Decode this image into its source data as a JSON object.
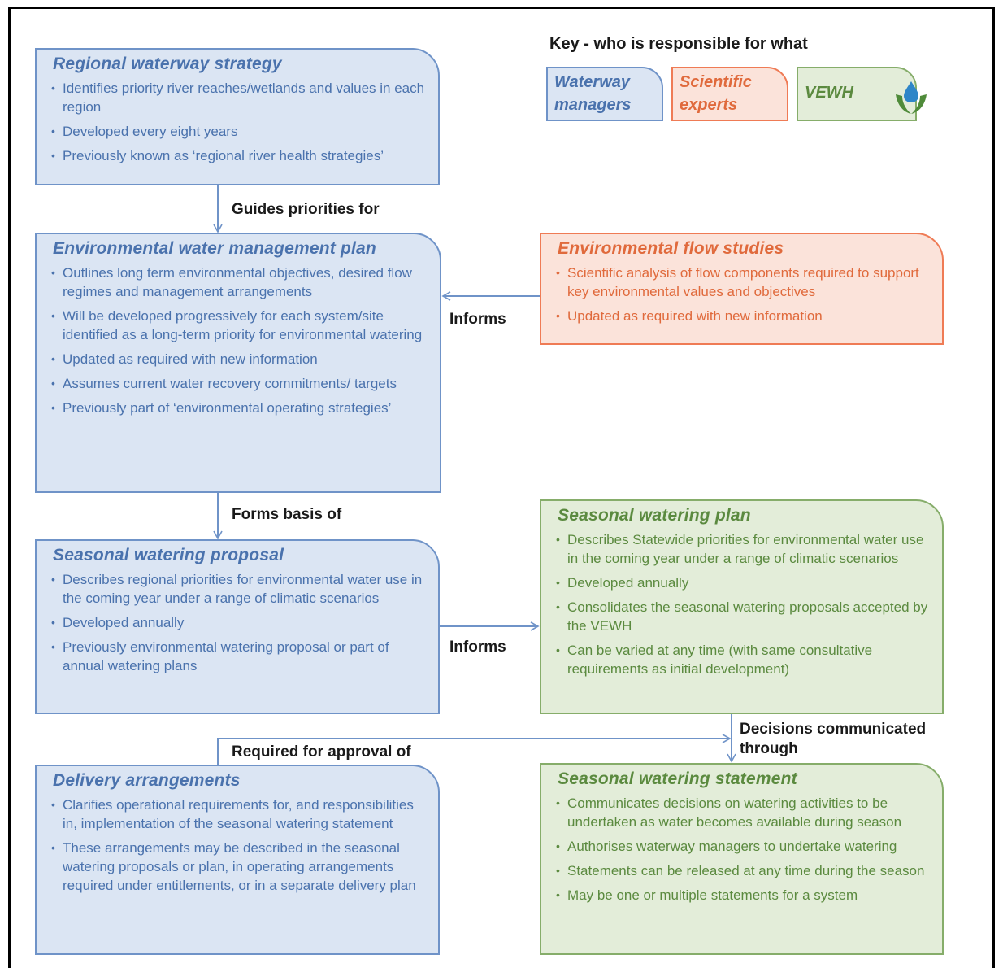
{
  "key": {
    "title": "Key - who is responsible for what",
    "waterway": "Waterway managers",
    "scientific": "Scientific experts",
    "vewh": "VEWH"
  },
  "colors": {
    "blue_fill": "#dbe5f3",
    "blue_stroke": "#6f93c8",
    "orange_fill": "#fbe3da",
    "orange_stroke": "#ef7b55",
    "green_fill": "#e3edd9",
    "green_stroke": "#86ad6a",
    "arrow": "#6f93c8"
  },
  "boxes": {
    "regional": {
      "title": "Regional waterway strategy",
      "items": [
        "Identifies priority river reaches/wetlands and values in each region",
        "Developed every eight years",
        "Previously known as ‘regional river health strategies’"
      ]
    },
    "ewmp": {
      "title": "Environmental water management plan",
      "items": [
        "Outlines long term environmental objectives, desired flow regimes and management arrangements",
        "Will be developed progressively for each system/site identified as a long-term priority for environmental watering",
        "Updated as required with new information",
        "Assumes current water recovery commitments/ targets",
        "Previously part of ‘environmental operating strategies’"
      ]
    },
    "flow": {
      "title": "Environmental flow studies",
      "items": [
        "Scientific analysis of flow components required to support key environmental values and objectives",
        "Updated as required with new information"
      ]
    },
    "proposal": {
      "title": "Seasonal watering proposal",
      "items": [
        "Describes regional priorities for environmental water use in the coming year under a range of climatic scenarios",
        "Developed annually",
        "Previously environmental watering proposal or part of annual watering plans"
      ]
    },
    "plan": {
      "title": "Seasonal watering plan",
      "items": [
        "Describes Statewide priorities for environmental water use in the coming year under a range of climatic scenarios",
        "Developed annually",
        "Consolidates the seasonal watering proposals accepted by the VEWH",
        "Can be varied at any time (with same consultative requirements as initial development)"
      ]
    },
    "delivery": {
      "title": "Delivery arrangements",
      "items": [
        "Clarifies operational requirements for, and responsibilities in, implementation of the seasonal watering statement",
        "These arrangements may be described in the seasonal watering proposals or plan, in operating arrangements required under entitlements, or in a separate delivery plan"
      ]
    },
    "statement": {
      "title": "Seasonal watering statement",
      "items": [
        "Communicates decisions on watering activities to be undertaken as water becomes available during season",
        "Authorises waterway managers to undertake watering",
        "Statements can be released at any time during the season",
        "May be one or multiple statements for a system"
      ]
    }
  },
  "connectors": {
    "guides": "Guides priorities for",
    "informs1": "Informs",
    "forms": "Forms basis of",
    "informs2": "Informs",
    "decisions": "Decisions communicated through",
    "required": "Required for approval of"
  }
}
